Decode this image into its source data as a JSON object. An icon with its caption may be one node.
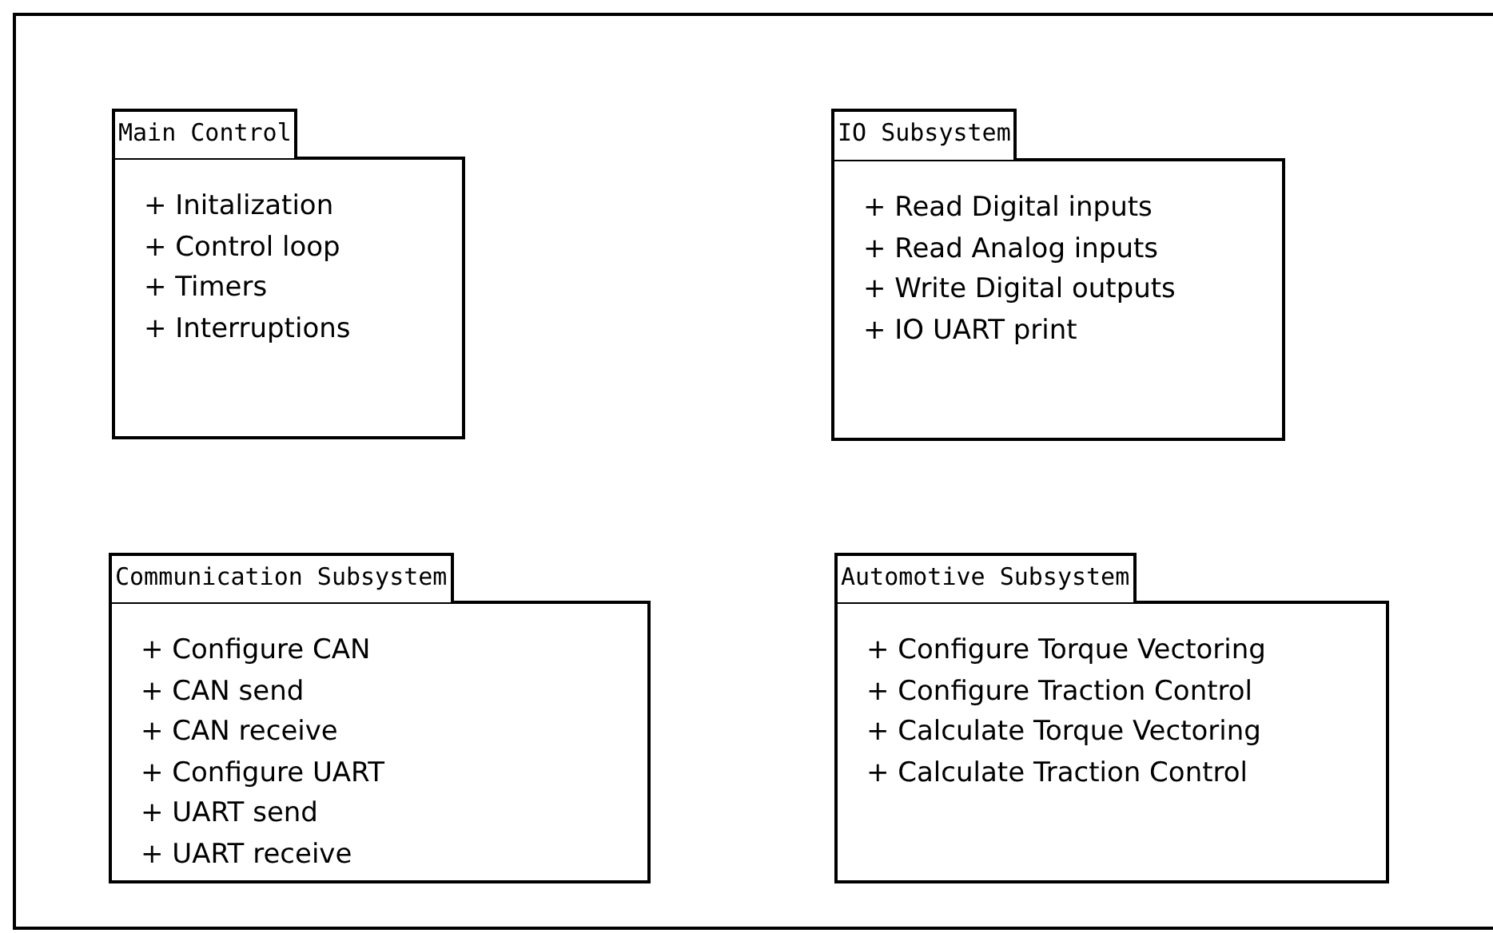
{
  "diagram": {
    "nodes": [
      {
        "text": [
          "Main Control",
          "+ Initalization",
          "+ Control loop",
          "+ Timers",
          "+ Interruptions"
        ]
      },
      {
        "text": [
          "IO Subsystem",
          "+ Read Digital inputs",
          "+ Read Analog inputs",
          "+ Write Digital outputs",
          "+ IO UART print"
        ]
      },
      {
        "text": [
          "Communication Subsystem",
          "+ Configure CAN",
          "+ CAN send",
          "+ CAN receive",
          "+ Configure UART",
          "+ UART send",
          "+ UART receive"
        ]
      },
      {
        "text": [
          "Automotive Subsystem",
          "+ Configure Torque Vectoring",
          "+ Configure Traction Control",
          "+ Calculate Torque Vectoring",
          "+ Calculate Traction Control"
        ]
      }
    ],
    "edges": []
  }
}
